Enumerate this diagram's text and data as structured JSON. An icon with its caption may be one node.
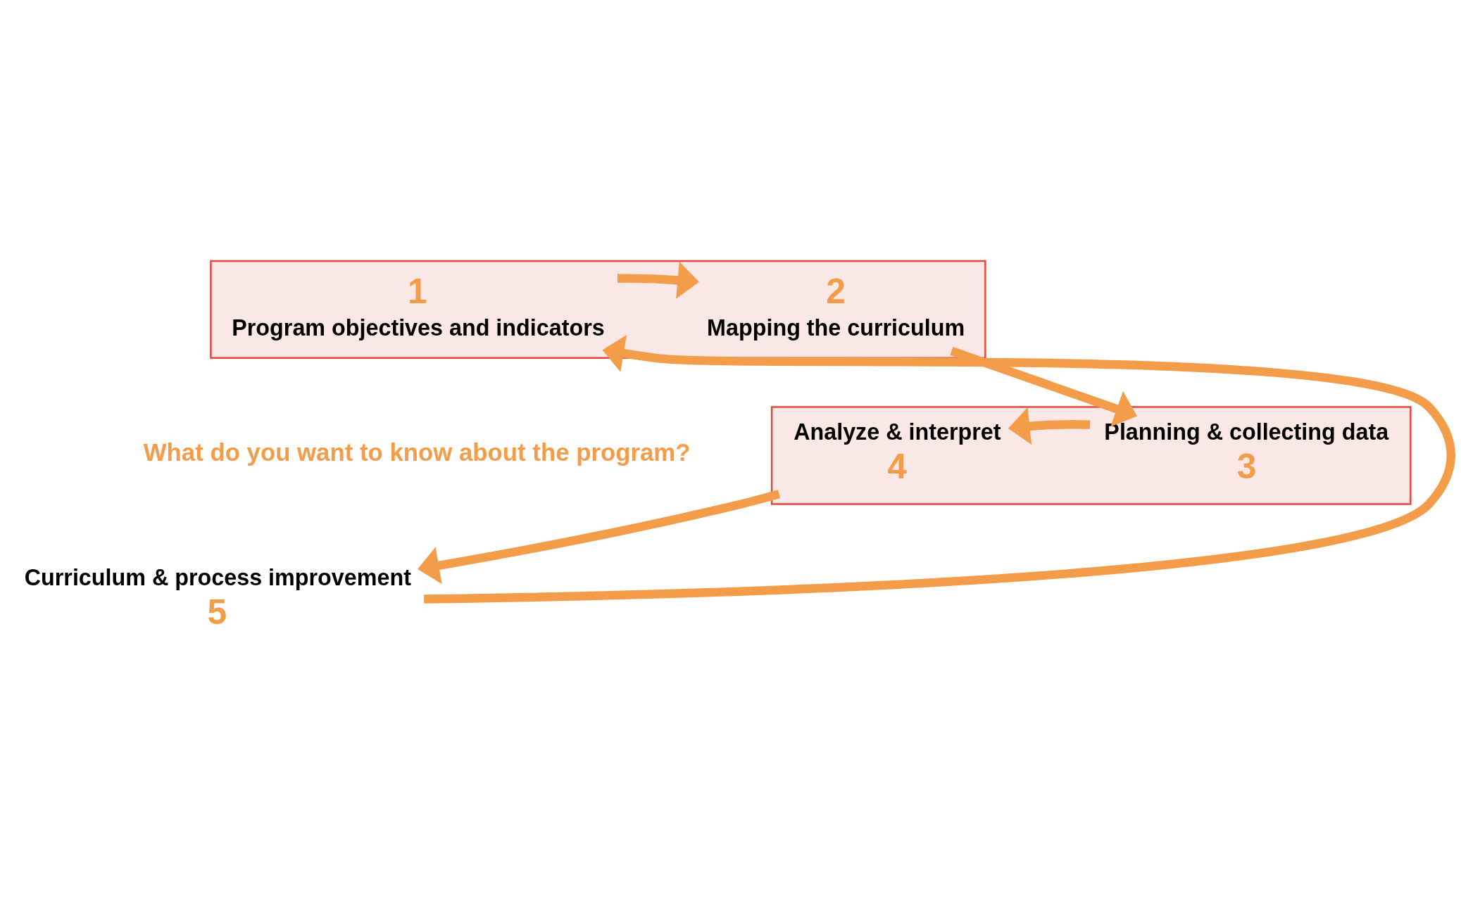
{
  "diagram": {
    "nodes": [
      {
        "text": [],
        "shape": "box"
      },
      {
        "text": [
          "1",
          "Program objectives and indicators"
        ],
        "in": 0
      },
      {
        "text": [
          "2",
          "Mapping the curriculum"
        ],
        "in": 0
      },
      {
        "text": [],
        "shape": "box"
      },
      {
        "text": [
          "Analyze & interpret",
          "4"
        ],
        "in": 3
      },
      {
        "text": [
          "Planning & collecting data",
          "3"
        ],
        "in": 3
      },
      {
        "text": [
          "Curriculum & process improvement",
          "5"
        ]
      }
    ],
    "edges": [
      {
        "from": 1,
        "to": 2,
        "arrow": "to"
      },
      {
        "from": 2,
        "to": 5,
        "arrow": "to"
      },
      {
        "from": 5,
        "to": 4,
        "arrow": "to"
      },
      {
        "from": 4,
        "to": 6,
        "arrow": "to"
      },
      {
        "from": 6,
        "to": 1,
        "arrow": "to"
      }
    ],
    "labels": [
      "What do you want to know about the program?"
    ]
  }
}
